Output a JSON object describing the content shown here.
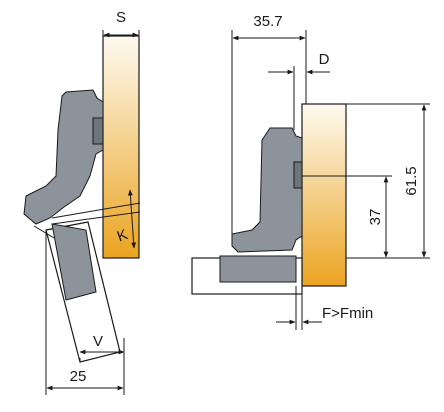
{
  "dimensions": {
    "s": "S",
    "k": "K",
    "v": "V",
    "d25": "25",
    "d35_7": "35.7",
    "d": "D",
    "d37": "37",
    "d61_5": "61.5",
    "f_fmin": "F>Fmin"
  },
  "colors": {
    "hinge": "#8d939b",
    "hinge_dark": "#6f757d",
    "wood_top": "#fefaf0",
    "wood_bottom": "#eba421",
    "line": "#1a1a1a",
    "panel": "#ffffff"
  }
}
